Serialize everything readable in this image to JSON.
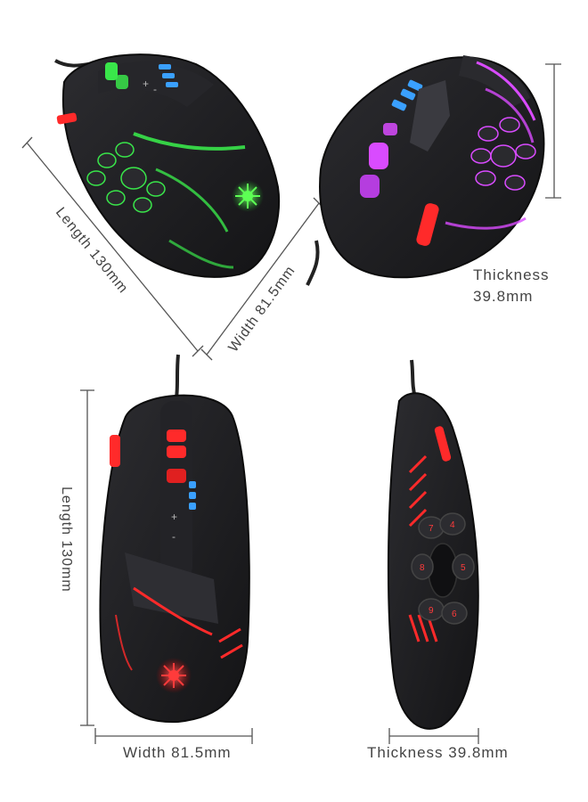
{
  "labels": {
    "top_left_length": "Length 130mm",
    "top_width": "Width 81.5mm",
    "top_right_thickness_line1": "Thickness",
    "top_right_thickness_line2": "39.8mm",
    "bottom_left_length": "Length 130mm",
    "bottom_width": "Width 81.5mm",
    "bottom_right_thickness": "Thickness 39.8mm"
  },
  "button_numbers": [
    "7",
    "4",
    "8",
    "5",
    "9",
    "6"
  ],
  "mouse_button_marks": [
    "+",
    "-"
  ],
  "colors": {
    "body": "#1c1c1e",
    "green_light": "#39e64a",
    "purple_light": "#d94bff",
    "blue_light": "#3aa0ff",
    "red_light": "#ff2a2a",
    "dimension_line": "#555555"
  },
  "icons": [
    "spider-logo-icon",
    "spider-logo-icon"
  ]
}
